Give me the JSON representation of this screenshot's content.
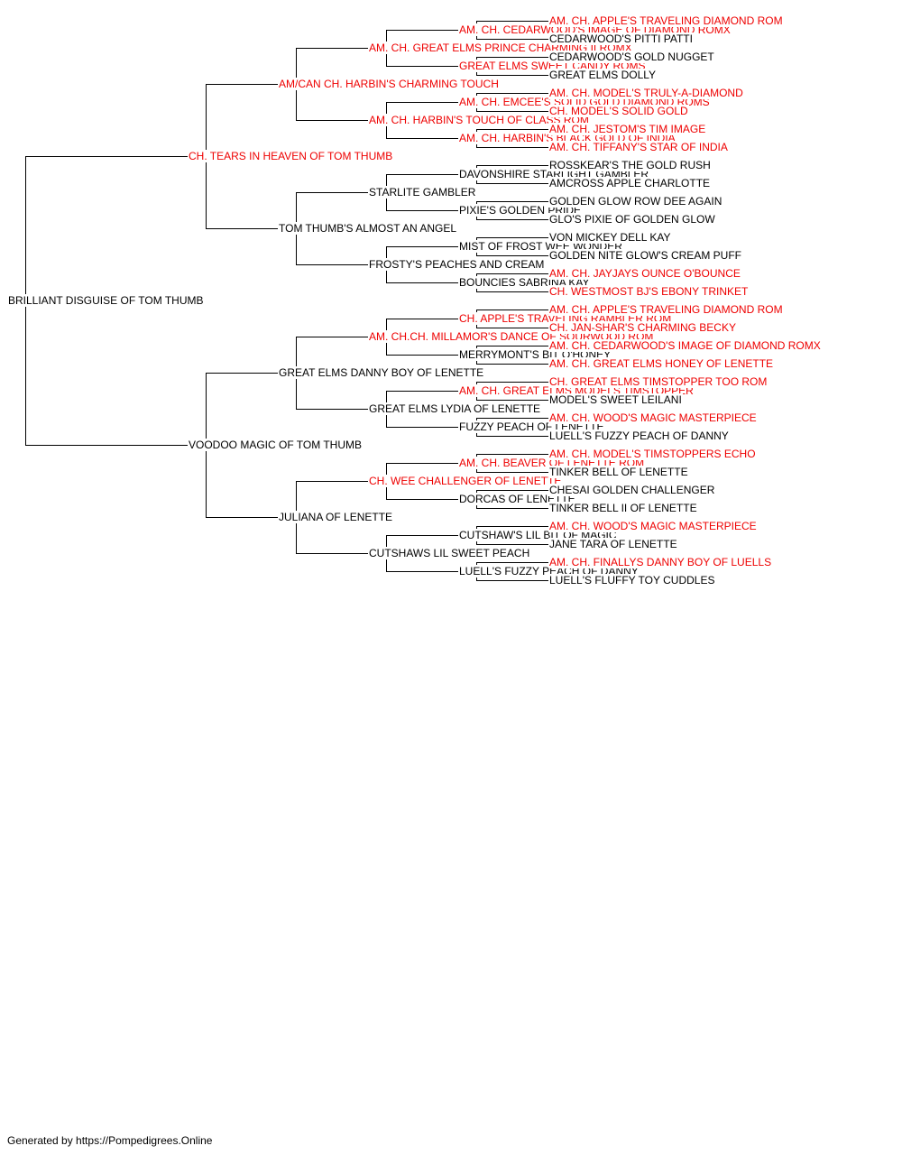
{
  "colors": {
    "champion": "#ee0000",
    "normal": "#000000",
    "line": "#000000"
  },
  "footer": "Generated by https://Pompedigrees.Online",
  "pedigree": [
    {
      "name": "BRILLIANT DISGUISE OF TOM THUMB",
      "champion": false
    },
    {
      "name": "CH. TEARS IN HEAVEN OF TOM THUMB",
      "champion": true
    },
    {
      "name": "VOODOO MAGIC OF TOM THUMB",
      "champion": false
    },
    {
      "name": "AM/CAN CH. HARBIN'S CHARMING TOUCH",
      "champion": true
    },
    {
      "name": "TOM THUMB'S ALMOST AN ANGEL",
      "champion": false
    },
    {
      "name": "GREAT ELMS DANNY BOY OF LENETTE",
      "champion": false
    },
    {
      "name": "JULIANA OF LENETTE",
      "champion": false
    },
    {
      "name": "AM. CH. GREAT ELMS PRINCE CHARMING II ROMX",
      "champion": true
    },
    {
      "name": "AM. CH. HARBIN'S TOUCH OF CLASS ROM",
      "champion": true
    },
    {
      "name": "STARLITE GAMBLER",
      "champion": false
    },
    {
      "name": "FROSTY'S PEACHES AND CREAM",
      "champion": false
    },
    {
      "name": "AM. CH.CH. MILLAMOR'S DANCE OF SOURWOOD ROM",
      "champion": true
    },
    {
      "name": "GREAT ELMS LYDIA OF LENETTE",
      "champion": false
    },
    {
      "name": "CH. WEE CHALLENGER OF LENETTE",
      "champion": true
    },
    {
      "name": "CUTSHAWS LIL SWEET PEACH",
      "champion": false
    },
    {
      "name": "AM. CH. CEDARWOOD'S IMAGE OF DIAMOND ROMX",
      "champion": true
    },
    {
      "name": "GREAT ELMS SWEET CANDY ROMS",
      "champion": true
    },
    {
      "name": "AM. CH. EMCEE'S SOLID GOLD DIAMOND ROMS",
      "champion": true
    },
    {
      "name": "AM. CH. HARBIN'S BLACK GOLD OF INDIA",
      "champion": true
    },
    {
      "name": "DAVONSHIRE STARLIGHT GAMBLER",
      "champion": false
    },
    {
      "name": "PIXIE'S GOLDEN PRIDE",
      "champion": false
    },
    {
      "name": "MIST OF FROST WEE WONDER",
      "champion": false
    },
    {
      "name": "BOUNCIES SABRINA KAY",
      "champion": false
    },
    {
      "name": "CH. APPLE'S TRAVELING RAMBLER ROM",
      "champion": true
    },
    {
      "name": "MERRYMONT'S BIT O'HONEY",
      "champion": false
    },
    {
      "name": "AM. CH. GREAT ELMS MODELS TIMSTOPPER",
      "champion": true
    },
    {
      "name": "FUZZY PEACH OF LENETTE",
      "champion": false
    },
    {
      "name": "AM. CH. BEAVER OF LENETTE ROM",
      "champion": true
    },
    {
      "name": "DORCAS OF LENETTE",
      "champion": false
    },
    {
      "name": "CUTSHAW'S LIL BIT OF MAGIC",
      "champion": false
    },
    {
      "name": "LUELL'S FUZZY PEACH OF DANNY",
      "champion": false
    },
    {
      "name": "AM. CH. APPLE'S TRAVELING DIAMOND ROM",
      "champion": true
    },
    {
      "name": "CEDARWOOD'S PITTI PATTI",
      "champion": false
    },
    {
      "name": "CEDARWOOD'S GOLD NUGGET",
      "champion": false
    },
    {
      "name": "GREAT ELMS DOLLY",
      "champion": false
    },
    {
      "name": "AM. CH. MODEL'S TRULY-A-DIAMOND",
      "champion": true
    },
    {
      "name": "CH. MODEL'S SOLID GOLD",
      "champion": true
    },
    {
      "name": "AM. CH. JESTOM'S TIM IMAGE",
      "champion": true
    },
    {
      "name": "AM. CH. TIFFANY'S STAR OF INDIA",
      "champion": true
    },
    {
      "name": "ROSSKEAR'S THE GOLD RUSH",
      "champion": false
    },
    {
      "name": "AMCROSS APPLE CHARLOTTE",
      "champion": false
    },
    {
      "name": "GOLDEN GLOW ROW DEE AGAIN",
      "champion": false
    },
    {
      "name": "GLO'S PIXIE OF GOLDEN GLOW",
      "champion": false
    },
    {
      "name": "VON MICKEY DELL KAY",
      "champion": false
    },
    {
      "name": "GOLDEN NITE GLOW'S CREAM PUFF",
      "champion": false
    },
    {
      "name": "AM. CH. JAYJAYS OUNCE O'BOUNCE",
      "champion": true
    },
    {
      "name": "CH. WESTMOST BJ'S EBONY TRINKET",
      "champion": true
    },
    {
      "name": "AM. CH. APPLE'S TRAVELING DIAMOND ROM",
      "champion": true
    },
    {
      "name": "CH. JAN-SHAR'S CHARMING BECKY",
      "champion": true
    },
    {
      "name": "AM. CH. CEDARWOOD'S IMAGE OF DIAMOND ROMX",
      "champion": true
    },
    {
      "name": "AM. CH. GREAT ELMS HONEY OF LENETTE",
      "champion": true
    },
    {
      "name": "CH. GREAT ELMS TIMSTOPPER TOO ROM",
      "champion": true
    },
    {
      "name": "MODEL'S SWEET LEILANI",
      "champion": false
    },
    {
      "name": "AM. CH. WOOD'S MAGIC MASTERPIECE",
      "champion": true
    },
    {
      "name": "LUELL'S FUZZY PEACH OF DANNY",
      "champion": false
    },
    {
      "name": "AM. CH. MODEL'S TIMSTOPPERS ECHO",
      "champion": true
    },
    {
      "name": "TINKER BELL OF LENETTE",
      "champion": false
    },
    {
      "name": "CHESAI GOLDEN CHALLENGER",
      "champion": false
    },
    {
      "name": "TINKER BELL II OF LENETTE",
      "champion": false
    },
    {
      "name": "AM. CH. WOOD'S MAGIC MASTERPIECE",
      "champion": true
    },
    {
      "name": "JANE TARA OF LENETTE",
      "champion": false
    },
    {
      "name": "AM. CH. FINALLYS DANNY BOY OF LUELLS",
      "champion": true
    },
    {
      "name": "LUELL'S FLUFFY TOY CUDDLES",
      "champion": false
    }
  ]
}
